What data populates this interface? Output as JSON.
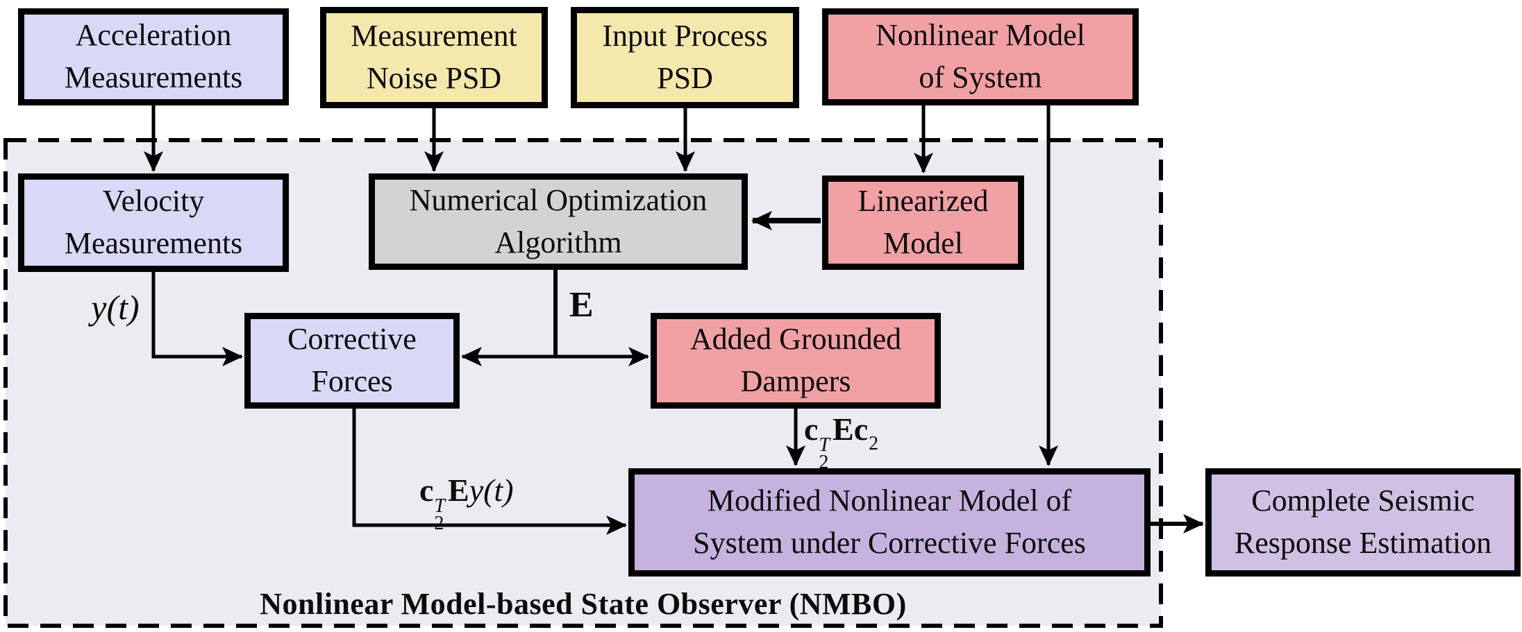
{
  "diagram_title": "Nonlinear Model-based State Observer block diagram",
  "region": {
    "label": "Nonlinear Model-based State Observer (NMBO)",
    "bg": "#ebebf1",
    "border_color": "#000000"
  },
  "boxes": {
    "acceleration_measurements": {
      "line1": "Acceleration",
      "line2": "Measurements",
      "color": "#d8d9f6"
    },
    "measurement_noise_psd": {
      "line1": "Measurement",
      "line2": "Noise PSD",
      "color": "#f5e8ad"
    },
    "input_process_psd": {
      "line1": "Input Process",
      "line2": "PSD",
      "color": "#f5e8ad"
    },
    "nonlinear_model": {
      "line1": "Nonlinear Model",
      "line2": "of System",
      "color": "#f1a0a4"
    },
    "velocity_measurements": {
      "line1": "Velocity",
      "line2": "Measurements",
      "color": "#d8d9f6"
    },
    "numerical_optimization": {
      "line1": "Numerical Optimization",
      "line2": "Algorithm",
      "color": "#d3d3d5"
    },
    "linearized_model": {
      "line1": "Linearized",
      "line2": "Model",
      "color": "#f1a0a4"
    },
    "corrective_forces": {
      "line1": "Corrective",
      "line2": "Forces",
      "color": "#d8d9f6"
    },
    "added_grounded_dampers": {
      "line1": "Added Grounded",
      "line2": "Dampers",
      "color": "#f1a0a4"
    },
    "modified_nonlinear_model": {
      "line1": "Modified Nonlinear Model of",
      "line2": "System under Corrective Forces",
      "color": "#c5b2de"
    },
    "complete_seismic": {
      "line1": "Complete Seismic",
      "line2": "Response Estimation",
      "color": "#cfc0e4"
    }
  },
  "edge_labels": {
    "velocity_output": "y(t)",
    "optimization_output": "E",
    "damper_gain": {
      "c": "c",
      "sup": "T",
      "sub": "2",
      "E": "E",
      "c2": "c",
      "c2_sub": "2"
    },
    "corrective_gain": {
      "c": "c",
      "sup": "T",
      "sub": "2",
      "E": "E",
      "signal": "y(t)"
    }
  },
  "colors": {
    "arrow": "#000000",
    "box_border": "#000000",
    "page_bg": "#ffffff"
  }
}
